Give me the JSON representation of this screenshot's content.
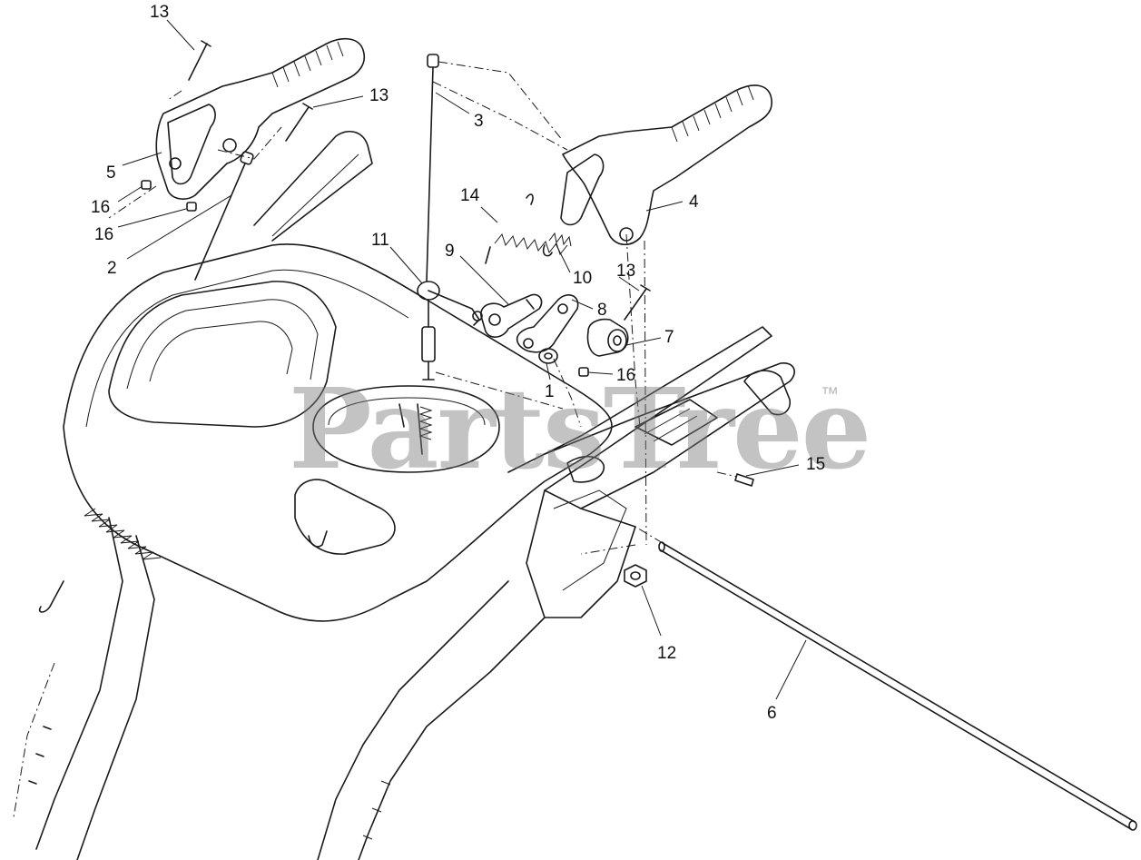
{
  "watermark": {
    "text": "PartsTree",
    "trademark": "™"
  },
  "callouts": [
    {
      "label": "13"
    },
    {
      "label": "13"
    },
    {
      "label": "3"
    },
    {
      "label": "5"
    },
    {
      "label": "16"
    },
    {
      "label": "16"
    },
    {
      "label": "2"
    },
    {
      "label": "14"
    },
    {
      "label": "4"
    },
    {
      "label": "11"
    },
    {
      "label": "9"
    },
    {
      "label": "10"
    },
    {
      "label": "13"
    },
    {
      "label": "8"
    },
    {
      "label": "7"
    },
    {
      "label": "16"
    },
    {
      "label": "1"
    },
    {
      "label": "15"
    },
    {
      "label": "12"
    },
    {
      "label": "6"
    }
  ]
}
